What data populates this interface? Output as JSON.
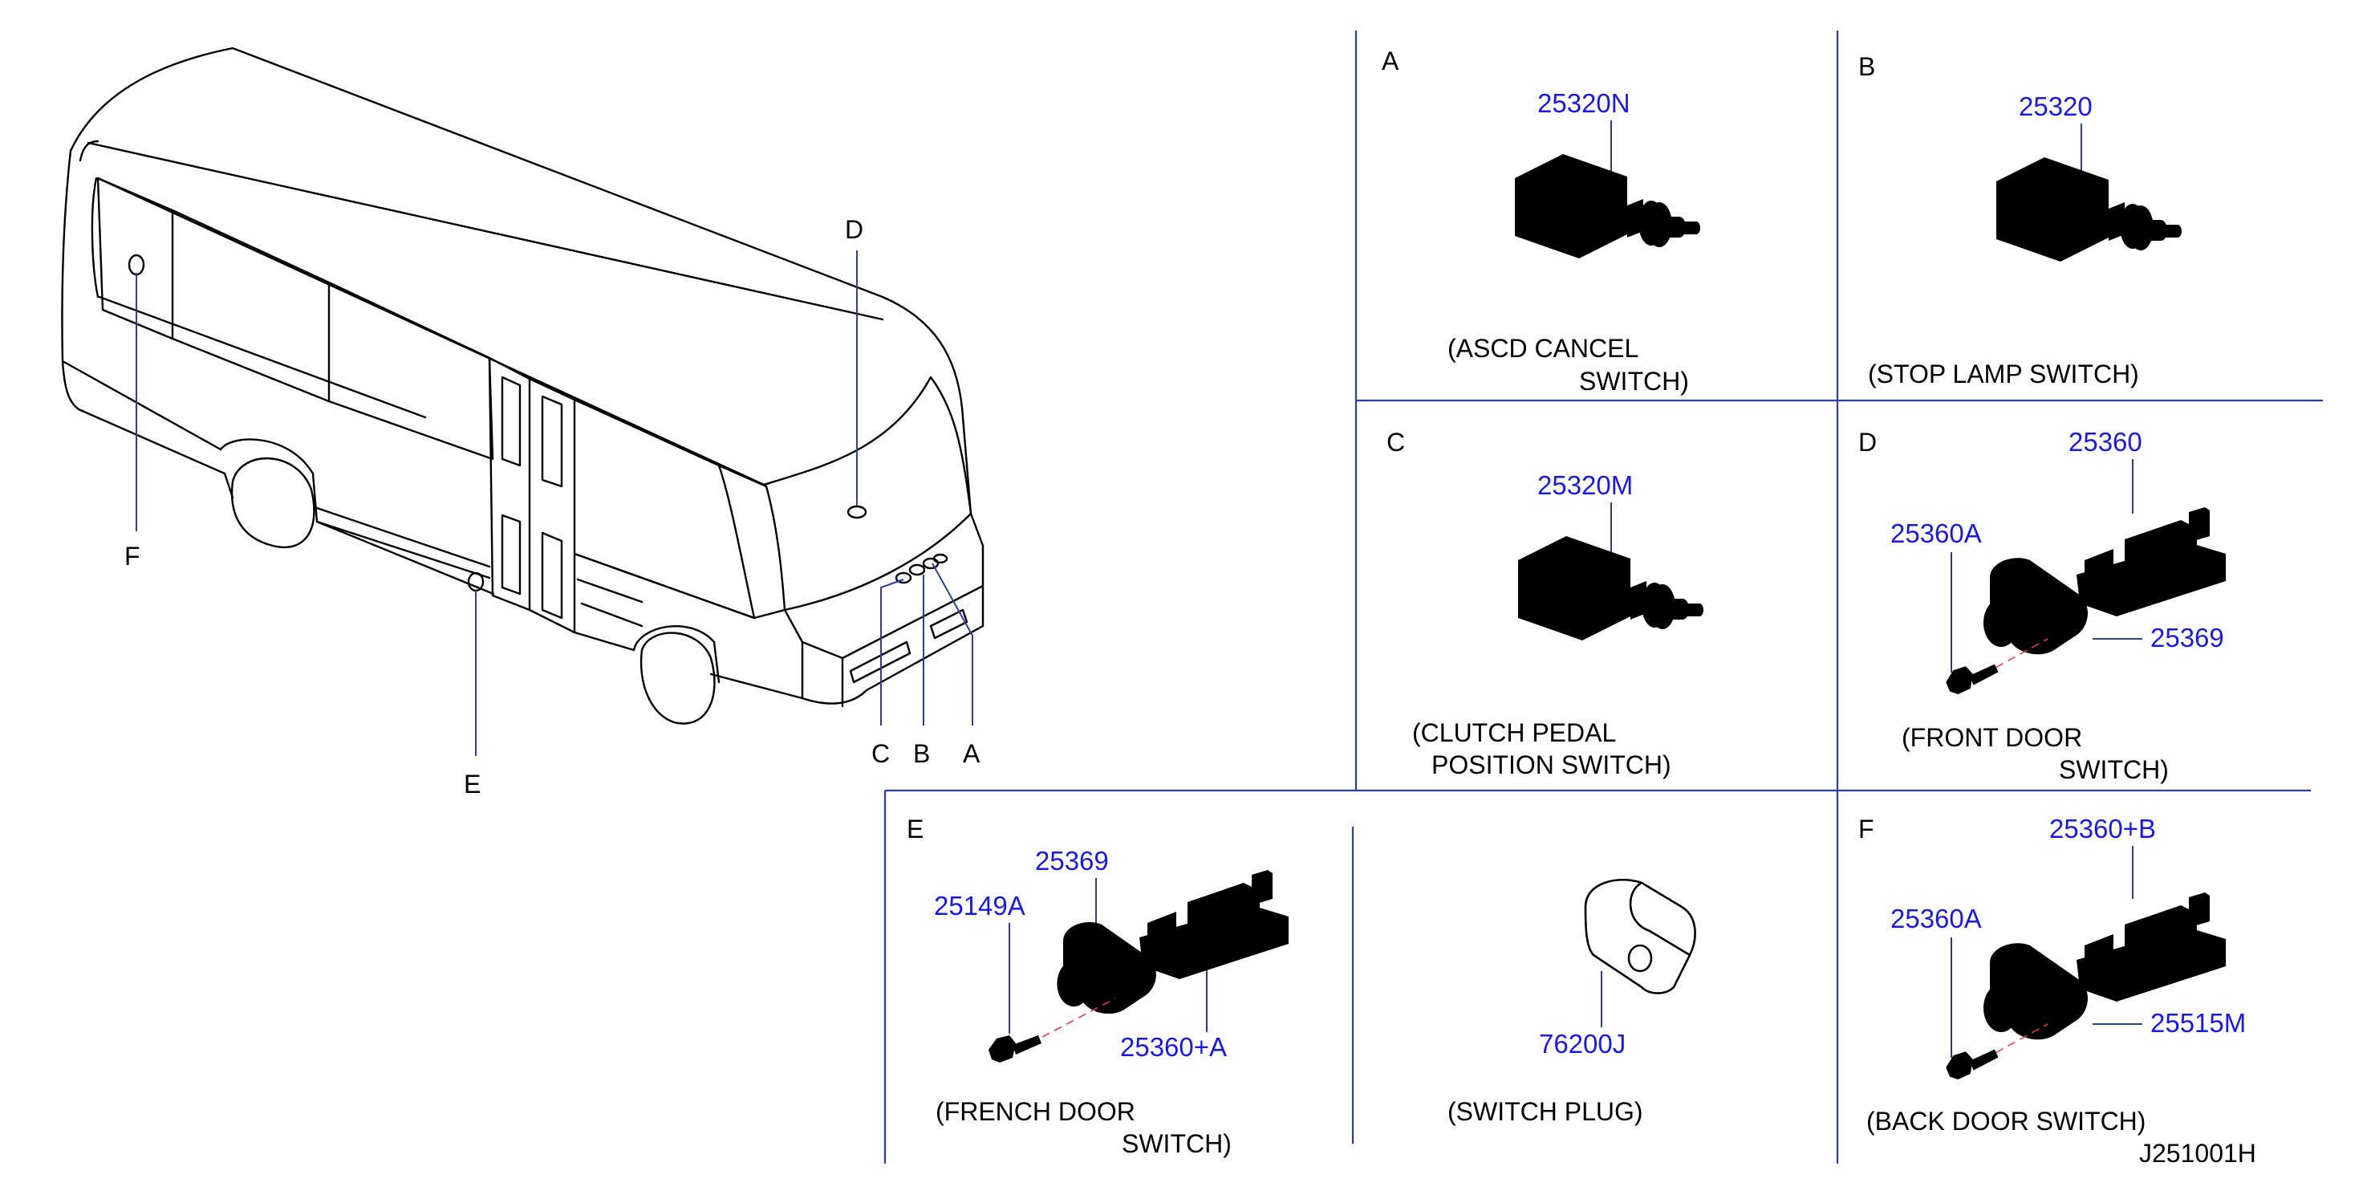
{
  "colors": {
    "part_number": "#1a1adf",
    "divider": "#2c3e9c",
    "line": "#000000",
    "dashed_axis": "#e04040"
  },
  "van_callouts": [
    "D",
    "F",
    "E",
    "C",
    "B",
    "A"
  ],
  "panels": {
    "A": {
      "letter": "A",
      "part": "25320N",
      "caption": [
        "(ASCD   CANCEL",
        "SWITCH)"
      ]
    },
    "B": {
      "letter": "B",
      "part": "25320",
      "caption": [
        "(STOP   LAMP   SWITCH)"
      ]
    },
    "C": {
      "letter": "C",
      "part": "25320M",
      "caption": [
        "(CLUTCH   PEDAL",
        "POSITION   SWITCH)"
      ]
    },
    "D": {
      "letter": "D",
      "parts": [
        "25360",
        "25360A",
        "25369"
      ],
      "caption": [
        "(FRONT   DOOR",
        "SWITCH)"
      ]
    },
    "E": {
      "letter": "E",
      "parts": [
        "25369",
        "25149A",
        "25360+A"
      ],
      "caption": [
        "(FRENCH   DOOR",
        "SWITCH)"
      ]
    },
    "plug": {
      "part": "76200J",
      "caption": [
        "(SWITCH   PLUG)"
      ]
    },
    "F": {
      "letter": "F",
      "parts": [
        "25360+B",
        "25360A",
        "25515M"
      ],
      "caption": [
        "(BACK   DOOR   SWITCH)"
      ]
    }
  },
  "drawing_number": "J251001H"
}
